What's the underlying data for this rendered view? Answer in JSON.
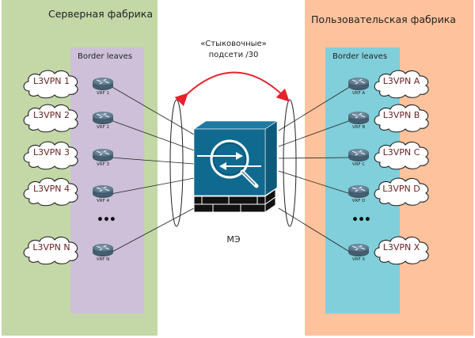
{
  "server_fabric": {
    "title": "Серверная фабрика",
    "leaves_label": "Border leaves",
    "nodes": [
      {
        "cloud": "L3VPN 1",
        "vrf": "VRF 1"
      },
      {
        "cloud": "L3VPN 2",
        "vrf": "VRF 2"
      },
      {
        "cloud": "L3VPN 3",
        "vrf": "VRF 3"
      },
      {
        "cloud": "L3VPN 4",
        "vrf": "VRF 4"
      },
      {
        "cloud": "L3VPN N",
        "vrf": "VRF N"
      }
    ],
    "ellipsis": "•••"
  },
  "user_fabric": {
    "title": "Пользовательская фабрика",
    "leaves_label": "Border leaves",
    "nodes": [
      {
        "cloud": "L3VPN A",
        "vrf": "VRF A"
      },
      {
        "cloud": "L3VPN B",
        "vrf": "VRF B"
      },
      {
        "cloud": "L3VPN C",
        "vrf": "VRF C"
      },
      {
        "cloud": "L3VPN D",
        "vrf": "VRF D"
      },
      {
        "cloud": "L3VPN X",
        "vrf": "VRF X"
      }
    ],
    "ellipsis": "•••"
  },
  "center": {
    "annotation_line1": "«Стыковочные»",
    "annotation_line2": "подсети /30",
    "firewall_label": "МЭ"
  },
  "colors": {
    "server_fabric": "#c4d7a7",
    "server_leaves": "#cdc0d8",
    "user_fabric": "#fec29d",
    "user_leaves": "#80cfda",
    "firewall": "#106a90",
    "arrow": "#e8202a",
    "cloud_text": "#6a1f20"
  }
}
